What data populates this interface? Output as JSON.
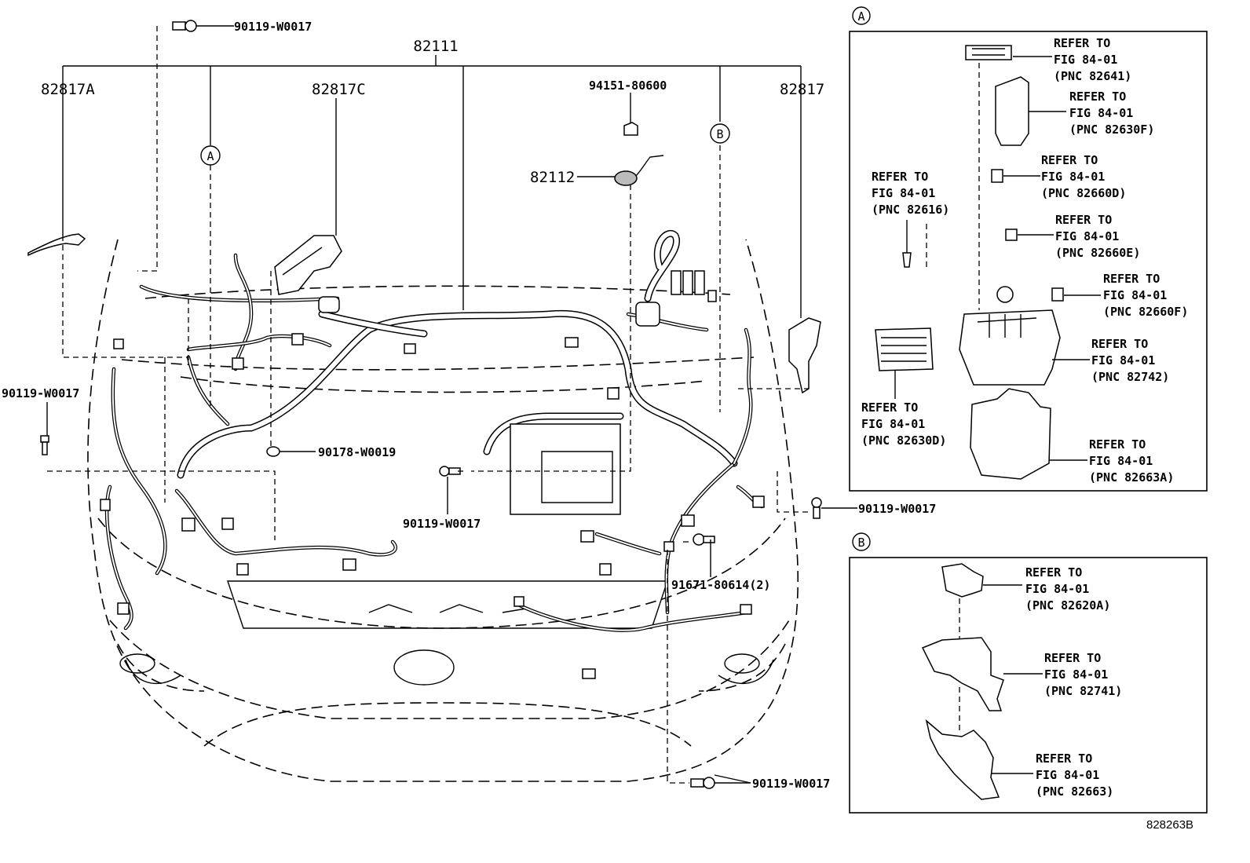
{
  "labels": {
    "harness_main": "82111",
    "left_item": "82817A",
    "center_item": "82817C",
    "right_item": "82817",
    "sub_harness": "82112",
    "grommet": "94151-80600",
    "bolt_top": "90119-W0017",
    "bolt_left": "90119-W0017",
    "bolt_center": "90119-W0017",
    "bolt_right": "90119-W0017",
    "bolt_bottom": "90119-W0017",
    "clip_center": "90178-W0019",
    "screw_right": "91671-80614(2)",
    "callout_a": "A",
    "callout_b": "B",
    "figure_id": "828263B"
  },
  "inset_a": {
    "tag": "A",
    "refs": [
      {
        "line1": "REFER TO",
        "line2": "FIG 84-01",
        "line3": "(PNC 82641)"
      },
      {
        "line1": "REFER TO",
        "line2": "FIG 84-01",
        "line3": "(PNC 82630F)"
      },
      {
        "line1": "REFER TO",
        "line2": "FIG 84-01",
        "line3": "(PNC 82660D)"
      },
      {
        "line1": "REFER TO",
        "line2": "FIG 84-01",
        "line3": "(PNC 82660E)"
      },
      {
        "line1": "REFER TO",
        "line2": "FIG 84-01",
        "line3": "(PNC 82660F)"
      },
      {
        "line1": "REFER TO",
        "line2": "FIG 84-01",
        "line3": "(PNC 82742)"
      },
      {
        "line1": "REFER TO",
        "line2": "FIG 84-01",
        "line3": "(PNC 82663A)"
      },
      {
        "line1": "REFER TO",
        "line2": "FIG 84-01",
        "line3": "(PNC 82616)"
      },
      {
        "line1": "REFER TO",
        "line2": "FIG 84-01",
        "line3": "(PNC 82630D)"
      }
    ]
  },
  "inset_b": {
    "tag": "B",
    "refs": [
      {
        "line1": "REFER TO",
        "line2": "FIG 84-01",
        "line3": "(PNC 82620A)"
      },
      {
        "line1": "REFER TO",
        "line2": "FIG 84-01",
        "line3": "(PNC 82741)"
      },
      {
        "line1": "REFER TO",
        "line2": "FIG 84-01",
        "line3": "(PNC 82663)"
      }
    ]
  }
}
